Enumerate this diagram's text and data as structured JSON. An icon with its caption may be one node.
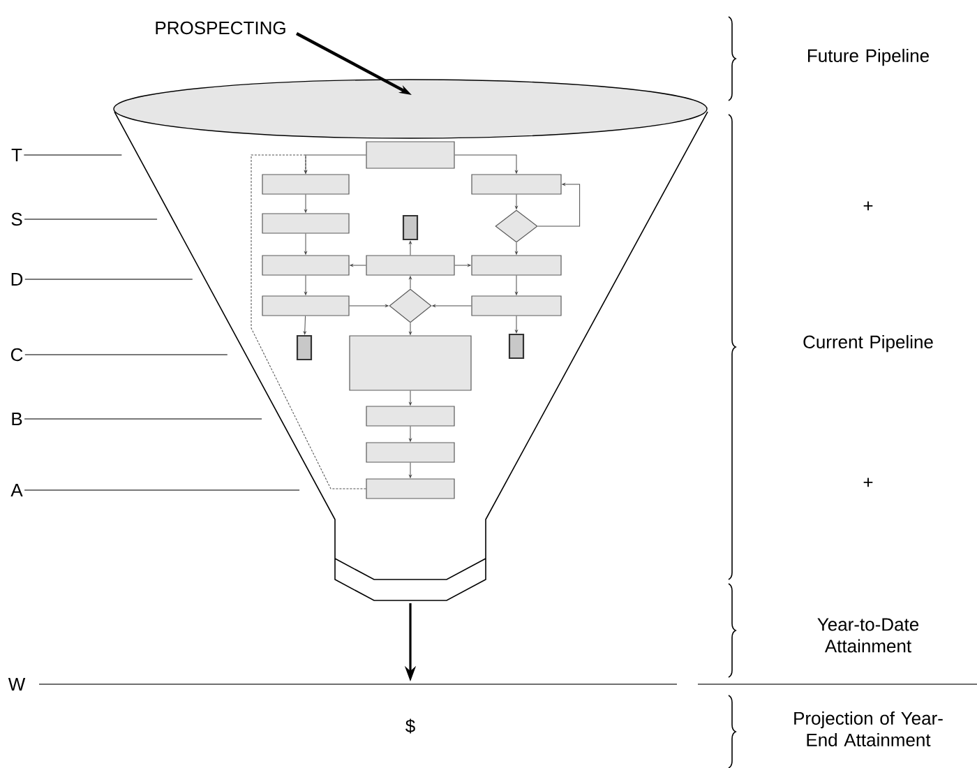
{
  "diagram": {
    "nodes": [
      {
        "text": [
          "PROSPECTING"
        ]
      },
      {
        "text": [],
        "shape": "ellipse"
      },
      {
        "text": [
          "T"
        ]
      },
      {
        "text": [
          "S"
        ]
      },
      {
        "text": [
          "D"
        ]
      },
      {
        "text": [
          "C"
        ]
      },
      {
        "text": [
          "B"
        ]
      },
      {
        "text": [
          "A"
        ]
      },
      {
        "text": [],
        "shape": "box"
      },
      {
        "text": [],
        "shape": "box"
      },
      {
        "text": [],
        "shape": "box"
      },
      {
        "text": [],
        "shape": "box"
      },
      {
        "text": [],
        "shape": "document"
      },
      {
        "text": [],
        "shape": "diamond"
      },
      {
        "text": [],
        "shape": "box"
      },
      {
        "text": [],
        "shape": "box"
      },
      {
        "text": [],
        "shape": "box"
      },
      {
        "text": [],
        "shape": "box"
      },
      {
        "text": [],
        "shape": "diamond"
      },
      {
        "text": [],
        "shape": "box"
      },
      {
        "text": [],
        "shape": "document"
      },
      {
        "text": [],
        "shape": "box"
      },
      {
        "text": [],
        "shape": "document"
      },
      {
        "text": [],
        "shape": "box"
      },
      {
        "text": [],
        "shape": "box"
      },
      {
        "text": [],
        "shape": "box"
      }
    ],
    "edges": [
      {
        "from": 0,
        "to": 1,
        "arrow": "to",
        "style": "thick"
      },
      {
        "from": 2,
        "to": null,
        "arrow": "none"
      },
      {
        "from": 3,
        "to": null,
        "arrow": "none"
      },
      {
        "from": 4,
        "to": null,
        "arrow": "none"
      },
      {
        "from": 5,
        "to": null,
        "arrow": "none"
      },
      {
        "from": 6,
        "to": null,
        "arrow": "none"
      },
      {
        "from": 7,
        "to": null,
        "arrow": "none"
      },
      {
        "from": 8,
        "to": 9,
        "arrow": "to"
      },
      {
        "from": 8,
        "to": 10,
        "arrow": "to"
      },
      {
        "from": 9,
        "to": 11,
        "arrow": "to"
      },
      {
        "from": 11,
        "to": 14,
        "arrow": "to"
      },
      {
        "from": 14,
        "to": 17,
        "arrow": "to"
      },
      {
        "from": 17,
        "to": 20,
        "arrow": "to"
      },
      {
        "from": 10,
        "to": 13,
        "arrow": "to"
      },
      {
        "from": 13,
        "to": 16,
        "arrow": "to"
      },
      {
        "from": 13,
        "to": 10,
        "arrow": "to"
      },
      {
        "from": 15,
        "to": 14,
        "arrow": "to"
      },
      {
        "from": 15,
        "to": 16,
        "arrow": "to"
      },
      {
        "from": 15,
        "to": 12,
        "arrow": "to"
      },
      {
        "from": 16,
        "to": 19,
        "arrow": "to"
      },
      {
        "from": 19,
        "to": 22,
        "arrow": "to"
      },
      {
        "from": 19,
        "to": 18,
        "arrow": "to"
      },
      {
        "from": 17,
        "to": 18,
        "arrow": "to"
      },
      {
        "from": 18,
        "to": 15,
        "arrow": "to"
      },
      {
        "from": 18,
        "to": 21,
        "arrow": "to"
      },
      {
        "from": 21,
        "to": 23,
        "arrow": "to"
      },
      {
        "from": 23,
        "to": 24,
        "arrow": "to"
      },
      {
        "from": 24,
        "to": 25,
        "arrow": "to"
      },
      {
        "from": 25,
        "to": 9,
        "arrow": "to",
        "style": "dashed"
      }
    ],
    "labels": [
      "Future Pipeline",
      "+",
      "Current Pipeline",
      "+",
      "Year-to-Date Attainment",
      "W",
      "$",
      "Projection of Year-End Attainment"
    ]
  }
}
